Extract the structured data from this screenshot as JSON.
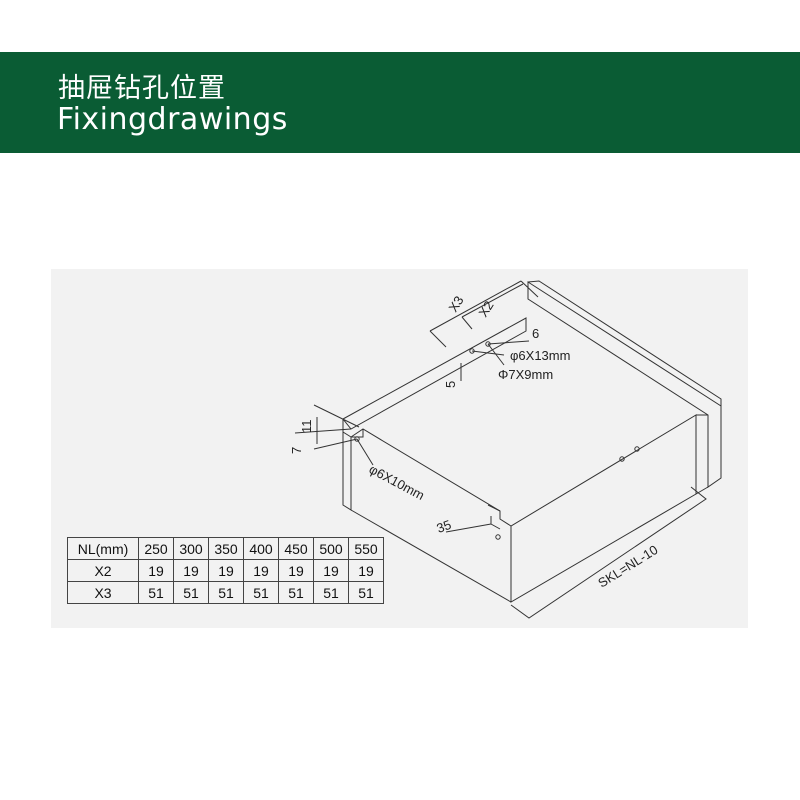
{
  "header": {
    "title_cn": "抽屉钻孔位置",
    "title_en": "Fixingdrawings"
  },
  "colors": {
    "banner": "#0a5c34",
    "panel": "#f2f2f2"
  },
  "drawing": {
    "labels": {
      "x3": "X3",
      "x2": "X2",
      "six": "6",
      "hole_13": "φ6X13mm",
      "hole_9": "Φ7X9mm",
      "five": "5",
      "eleven": "11",
      "seven": "7",
      "hole_10": "φ6X10mm",
      "thirtyfive": "35",
      "skl": "SKL=NL-10"
    }
  },
  "table": {
    "header_label": "NL(mm)",
    "sizes": [
      "250",
      "300",
      "350",
      "400",
      "450",
      "500",
      "550"
    ],
    "rows": [
      {
        "label": "X2",
        "values": [
          "19",
          "19",
          "19",
          "19",
          "19",
          "19",
          "19"
        ]
      },
      {
        "label": "X3",
        "values": [
          "51",
          "51",
          "51",
          "51",
          "51",
          "51",
          "51"
        ]
      }
    ]
  }
}
